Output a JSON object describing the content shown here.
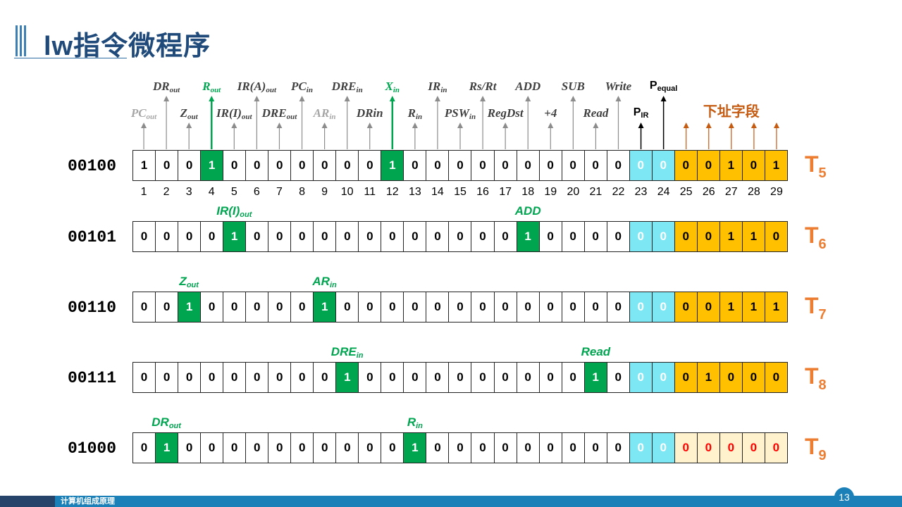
{
  "title": "lw指令微程序",
  "footer_course": "计算机组成原理",
  "page_number": "13",
  "colors": {
    "signal_active": "#00a550",
    "p_field": "#7ee7f4",
    "addr_field": "#ffc000",
    "addr_field_pale": "#fff2cc",
    "t_label": "#ed7d31"
  },
  "control_signals": [
    {
      "bit": 1,
      "name": "PC",
      "sub": "out",
      "style": "gray"
    },
    {
      "bit": 2,
      "name": "DR",
      "sub": "out",
      "style": "normal"
    },
    {
      "bit": 3,
      "name": "Z",
      "sub": "out",
      "style": "normal"
    },
    {
      "bit": 4,
      "name": "R",
      "sub": "out",
      "style": "green"
    },
    {
      "bit": 5,
      "name": "IR(I)",
      "sub": "out",
      "style": "normal"
    },
    {
      "bit": 6,
      "name": "IR(A)",
      "sub": "out",
      "style": "normal"
    },
    {
      "bit": 7,
      "name": "DRE",
      "sub": "out",
      "style": "normal"
    },
    {
      "bit": 8,
      "name": "PC",
      "sub": "in",
      "style": "normal"
    },
    {
      "bit": 9,
      "name": "AR",
      "sub": "in",
      "style": "gray"
    },
    {
      "bit": 10,
      "name": "DRE",
      "sub": "in",
      "style": "normal"
    },
    {
      "bit": 11,
      "name": "DRin",
      "sub": "",
      "style": "normal"
    },
    {
      "bit": 12,
      "name": "X",
      "sub": "in",
      "style": "green"
    },
    {
      "bit": 13,
      "name": "R",
      "sub": "in",
      "style": "normal"
    },
    {
      "bit": 14,
      "name": "IR",
      "sub": "in",
      "style": "normal"
    },
    {
      "bit": 15,
      "name": "PSW",
      "sub": "in",
      "style": "normal"
    },
    {
      "bit": 16,
      "name": "Rs/Rt",
      "sub": "",
      "style": "normal"
    },
    {
      "bit": 17,
      "name": "RegDst",
      "sub": "",
      "style": "normal"
    },
    {
      "bit": 18,
      "name": "ADD",
      "sub": "",
      "style": "normal"
    },
    {
      "bit": 19,
      "name": "+4",
      "sub": "",
      "style": "normal"
    },
    {
      "bit": 20,
      "name": "SUB",
      "sub": "",
      "style": "normal"
    },
    {
      "bit": 21,
      "name": "Read",
      "sub": "",
      "style": "normal"
    },
    {
      "bit": 22,
      "name": "Write",
      "sub": "",
      "style": "normal"
    },
    {
      "bit": 23,
      "name": "P",
      "sub": "IR",
      "style": "sans"
    },
    {
      "bit": 24,
      "name": "P",
      "sub": "equal",
      "style": "sans"
    }
  ],
  "next_addr_label": "下址字段",
  "bit_numbers": [
    "1",
    "2",
    "3",
    "4",
    "5",
    "6",
    "7",
    "8",
    "9",
    "10",
    "11",
    "12",
    "13",
    "14",
    "15",
    "16",
    "17",
    "18",
    "19",
    "20",
    "21",
    "22",
    "23",
    "24",
    "25",
    "26",
    "27",
    "28",
    "29"
  ],
  "microinstructions": [
    {
      "address": "00100",
      "t": "T",
      "t_sub": "5",
      "bits": [
        "1",
        "0",
        "0",
        "1",
        "0",
        "0",
        "0",
        "0",
        "0",
        "0",
        "0",
        "1",
        "0",
        "0",
        "0",
        "0",
        "0",
        "0",
        "0",
        "0",
        "0",
        "0",
        "0",
        "0",
        "0",
        "0",
        "1",
        "0",
        "1"
      ],
      "active": [
        4,
        12
      ],
      "signals": [],
      "pale_addr": false
    },
    {
      "address": "00101",
      "t": "T",
      "t_sub": "6",
      "bits": [
        "0",
        "0",
        "0",
        "0",
        "1",
        "0",
        "0",
        "0",
        "0",
        "0",
        "0",
        "0",
        "0",
        "0",
        "0",
        "0",
        "0",
        "1",
        "0",
        "0",
        "0",
        "0",
        "0",
        "0",
        "0",
        "0",
        "1",
        "1",
        "0"
      ],
      "active": [
        5,
        18
      ],
      "signals": [
        {
          "bit": 5,
          "name": "IR(I)",
          "sub": "out"
        },
        {
          "bit": 18,
          "name": "ADD",
          "sub": ""
        }
      ],
      "pale_addr": false
    },
    {
      "address": "00110",
      "t": "T",
      "t_sub": "7",
      "bits": [
        "0",
        "0",
        "1",
        "0",
        "0",
        "0",
        "0",
        "0",
        "1",
        "0",
        "0",
        "0",
        "0",
        "0",
        "0",
        "0",
        "0",
        "0",
        "0",
        "0",
        "0",
        "0",
        "0",
        "0",
        "0",
        "0",
        "1",
        "1",
        "1"
      ],
      "active": [
        3,
        9
      ],
      "signals": [
        {
          "bit": 3,
          "name": "Z",
          "sub": "out"
        },
        {
          "bit": 9,
          "name": "AR",
          "sub": "in"
        }
      ],
      "pale_addr": false
    },
    {
      "address": "00111",
      "t": "T",
      "t_sub": "8",
      "bits": [
        "0",
        "0",
        "0",
        "0",
        "0",
        "0",
        "0",
        "0",
        "0",
        "1",
        "0",
        "0",
        "0",
        "0",
        "0",
        "0",
        "0",
        "0",
        "0",
        "0",
        "1",
        "0",
        "0",
        "0",
        "0",
        "1",
        "0",
        "0",
        "0"
      ],
      "active": [
        10,
        21
      ],
      "signals": [
        {
          "bit": 10,
          "name": "DRE",
          "sub": "in"
        },
        {
          "bit": 21,
          "name": "Read",
          "sub": ""
        }
      ],
      "pale_addr": false
    },
    {
      "address": "01000",
      "t": "T",
      "t_sub": "9",
      "bits": [
        "0",
        "1",
        "0",
        "0",
        "0",
        "0",
        "0",
        "0",
        "0",
        "0",
        "0",
        "0",
        "1",
        "0",
        "0",
        "0",
        "0",
        "0",
        "0",
        "0",
        "0",
        "0",
        "0",
        "0",
        "0",
        "0",
        "0",
        "0",
        "0"
      ],
      "active": [
        2,
        13
      ],
      "signals": [
        {
          "bit": 2,
          "name": "DR",
          "sub": "out"
        },
        {
          "bit": 13,
          "name": "R",
          "sub": "in"
        }
      ],
      "pale_addr": true
    }
  ]
}
